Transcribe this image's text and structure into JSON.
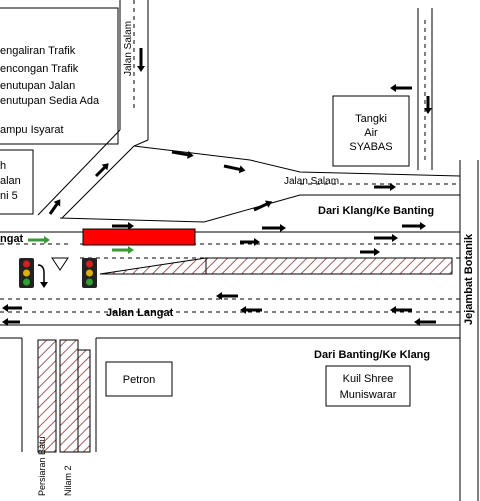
{
  "legend": {
    "items": [
      "engaliran Trafik",
      "encongan Trafik",
      "enutupan Jalan",
      "enutupan Sedia Ada",
      "ampu Isyarat"
    ]
  },
  "left_box": {
    "lines": [
      "h",
      "alan",
      "ni 5"
    ]
  },
  "tank": {
    "lines": [
      "Tangki",
      "Air",
      "SYABAS"
    ]
  },
  "roads": {
    "jalan_salam_vertical": "Jalan Salam",
    "jalan_salam_horizontal": "Jalan Salam",
    "dari_klang": "Dari Klang/Ke Banting",
    "jalan_langat_top": "ngat",
    "jalan_langat_main": "Jalan Langat",
    "dari_banting": "Dari Banting/Ke Klang",
    "jejambat_botanik": "Jejambat Botanik",
    "persiaran_batu": "Persiaran Batu",
    "nilam": "Nilam 2"
  },
  "buildings": {
    "petron": "Petron",
    "kuil": [
      "Kuil Shree",
      "Muniswarar"
    ]
  },
  "colors": {
    "closure": "#ff0000",
    "diversion": "#3a9a3a",
    "signal_body": "#222222",
    "signal_red": "#d32020",
    "signal_amber": "#e0b000",
    "signal_green": "#2ea030"
  }
}
